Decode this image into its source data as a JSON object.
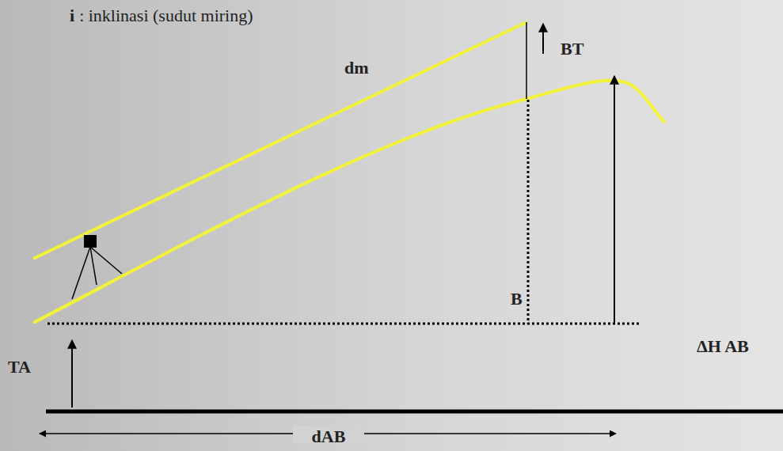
{
  "diagram": {
    "labels": [
      "i",
      ": inklinasi (sudut miring)",
      "dm",
      "BT",
      "B",
      "TA",
      "ΔH AB",
      "dAB"
    ]
  }
}
